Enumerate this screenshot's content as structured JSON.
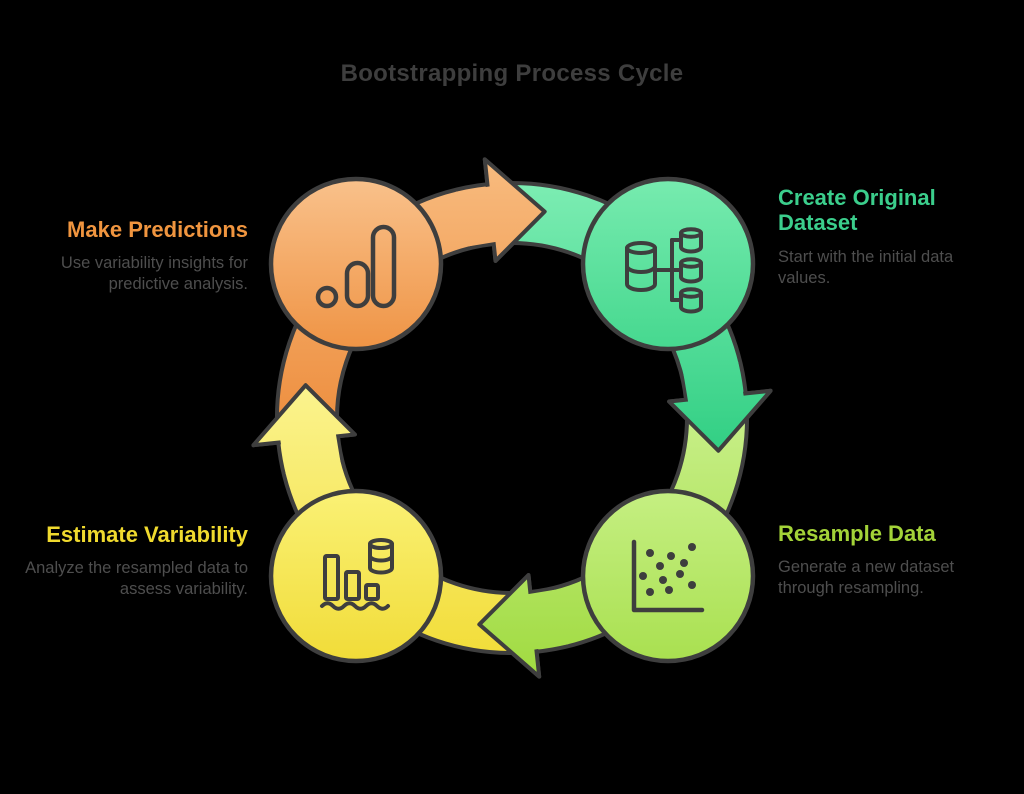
{
  "title": "Bootstrapping Process Cycle",
  "background_color": "#000000",
  "outline_color": "#3E3E3E",
  "steps": [
    {
      "id": "create-original-dataset",
      "position": "top-right",
      "title": "Create Original Dataset",
      "description": "Start with the initial data values.",
      "accent_color": "#3BCE8C",
      "node_fill_top": "#77EBAF",
      "node_fill_bottom": "#46D88F",
      "icon": "database-branch-icon"
    },
    {
      "id": "resample-data",
      "position": "bottom-right",
      "title": "Resample Data",
      "description": "Generate a new dataset through resampling.",
      "accent_color": "#A3D338",
      "node_fill_top": "#C5EF82",
      "node_fill_bottom": "#A9E050",
      "icon": "scatter-plot-icon"
    },
    {
      "id": "estimate-variability",
      "position": "bottom-left",
      "title": "Estimate Variability",
      "description": "Analyze the resampled data to assess variability.",
      "accent_color": "#F0DA2E",
      "node_fill_top": "#FAF175",
      "node_fill_bottom": "#F1DC38",
      "icon": "bars-database-wave-icon"
    },
    {
      "id": "make-predictions",
      "position": "top-left",
      "title": "Make Predictions",
      "description": "Use variability insights for predictive analysis.",
      "accent_color": "#F0953F",
      "node_fill_top": "#F9C18B",
      "node_fill_bottom": "#EF9445",
      "icon": "analytics-bars-icon"
    }
  ],
  "cycle": {
    "direction": "clockwise",
    "arrow_colors": [
      "#F4A862",
      "#55DD98",
      "#B4E566",
      "#F7E964"
    ]
  }
}
